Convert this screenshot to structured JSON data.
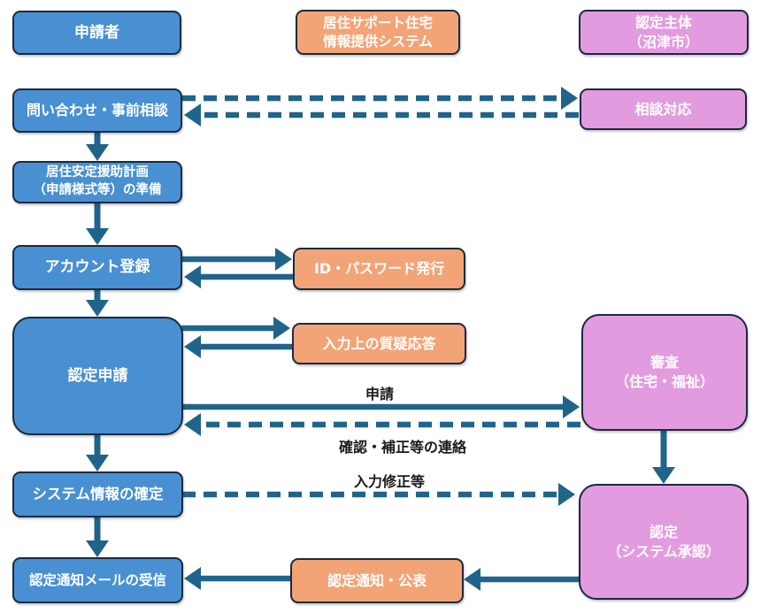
{
  "palette": {
    "blue": "#4890D2",
    "orange": "#F2A477",
    "pink": "#E39BDF",
    "arrow": "#20648C",
    "border": "#1B2A3E"
  },
  "headers": {
    "applicant": "申請者",
    "system": "居住サポート住宅\n情報提供システム",
    "authority": "認定主体\n（沼津市）"
  },
  "applicant": {
    "inquiry": "問い合わせ・事前相談",
    "plan": "居住安定援助計画\n（申請様式等）の準備",
    "account": "アカウント登録",
    "application": "認定申請",
    "confirm": "システム情報の確定",
    "mail": "認定通知メールの受信"
  },
  "system": {
    "id_issue": "ID・パスワード発行",
    "qa": "入力上の質疑応答",
    "notice": "認定通知・公表"
  },
  "authority": {
    "consult": "相談対応",
    "examination": "審査\n（住宅・福祉）",
    "approval": "認定\n（システム承認）"
  },
  "arrow_labels": {
    "apply": "申請",
    "correction": "確認・補正等の連絡",
    "input_fix": "入力修正等"
  }
}
